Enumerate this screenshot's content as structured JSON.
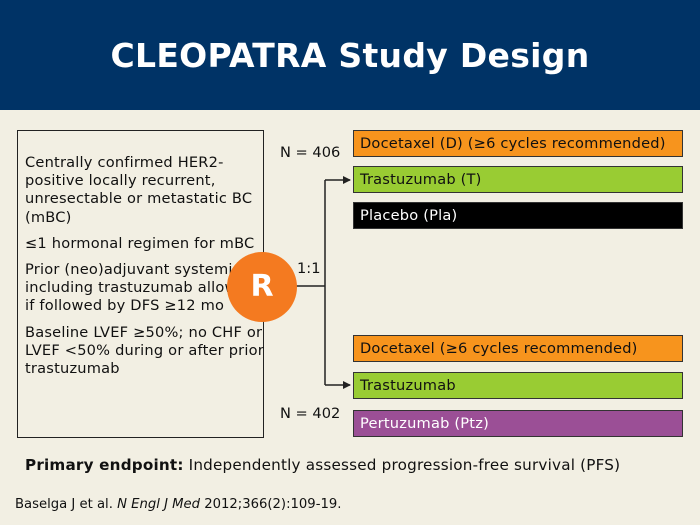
{
  "title": "CLEOPATRA Study Design",
  "criteria": [
    "Centrally confirmed HER2-positive locally recurrent, unresectable or metastatic BC (mBC)",
    "≤1 hormonal regimen for mBC",
    "Prior (neo)adjuvant systemic Rx including trastuzumab allowed if followed by DFS ≥12 mo",
    "Baseline LVEF ≥50%; no CHF or LVEF <50% during or after prior trastuzumab"
  ],
  "randomization": {
    "symbol": "R",
    "ratio": "1:1"
  },
  "arms": {
    "top": {
      "n": "N = 406",
      "drugs": [
        "Docetaxel (D) (≥6 cycles recommended)",
        "Trastuzumab (T)",
        "Placebo (Pla)"
      ]
    },
    "bottom": {
      "n": "N = 402",
      "drugs": [
        "Docetaxel (≥6 cycles recommended)",
        "Trastuzumab",
        "Pertuzumab (Ptz)"
      ]
    }
  },
  "endpoint": {
    "label": "Primary endpoint:",
    "text": " Independently assessed progression-free survival (PFS)"
  },
  "citation": {
    "authors": "Baselga J et al. ",
    "journal": "N Engl J Med",
    "details": " 2012;366(2):109-19."
  },
  "colors": {
    "header": "#003366",
    "background": "#f2efe3",
    "randomize": "#f47a20",
    "docetaxel": "#f7941d",
    "trastuzumab": "#99cc33",
    "placebo": "#000000",
    "pertuzumab": "#9b4f96"
  }
}
